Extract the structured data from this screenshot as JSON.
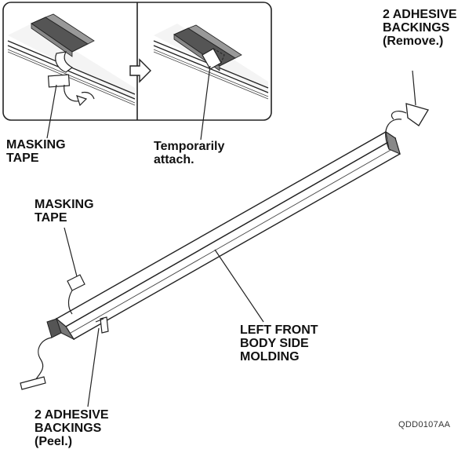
{
  "inset": {
    "left_label": [
      "MASKING",
      "TAPE"
    ],
    "right_label": [
      "Temporarily",
      "attach."
    ]
  },
  "labels": {
    "adhesive_remove": [
      "2 ADHESIVE",
      "BACKINGS",
      "(Remove.)"
    ],
    "masking_tape": [
      "MASKING",
      "TAPE"
    ],
    "molding": [
      "LEFT FRONT",
      "BODY SIDE",
      "MOLDING"
    ],
    "adhesive_peel": [
      "2 ADHESIVE",
      "BACKINGS",
      "(Peel.)"
    ]
  },
  "figure_code": "QDD0107AA"
}
